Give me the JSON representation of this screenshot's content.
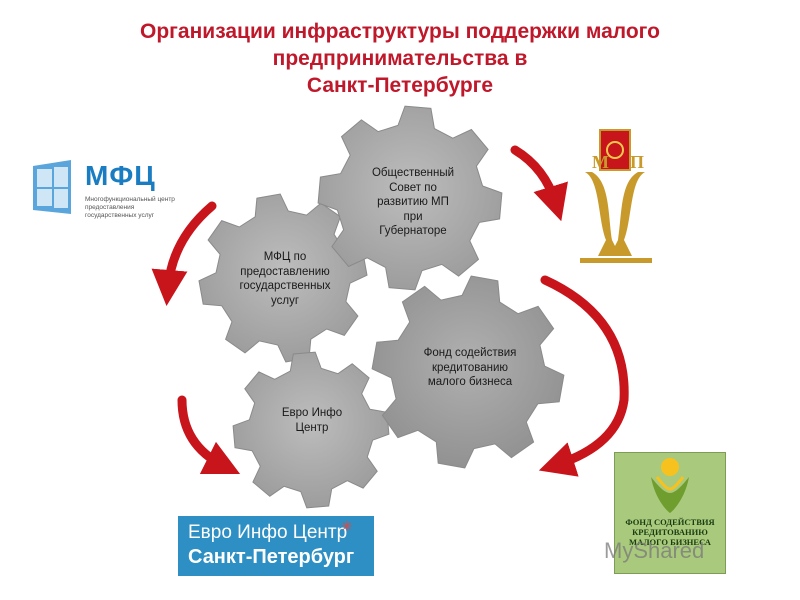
{
  "title": {
    "line1": "Организации инфраструктуры  поддержки малого",
    "line2": "предпринимательства в",
    "line3": "Санкт-Петербурге"
  },
  "gears": [
    {
      "label_lines": [
        "Общественный",
        "Совет по",
        "развитию МП",
        "при",
        "Губернаторе"
      ]
    },
    {
      "label_lines": [
        "МФЦ по",
        "предоставлению",
        "государственных",
        "услуг"
      ]
    },
    {
      "label_lines": [
        "Фонд содействия",
        "кредитованию",
        "малого бизнеса"
      ]
    },
    {
      "label_lines": [
        "Евро Инфо",
        "Центр"
      ]
    }
  ],
  "logos": {
    "mfc": {
      "name": "МФЦ",
      "subtitle": "Многофункциональный центр предоставления государственных услуг"
    },
    "euro_info": {
      "line1": "Евро Инфо Центр",
      "line2": "Санкт-Петербург"
    },
    "fund": {
      "line1": "ФОНД СОДЕЙСТВИЯ",
      "line2": "КРЕДИТОВАНИЮ",
      "line3": "МАЛОГО БИЗНЕСА"
    },
    "emblem": {
      "letters": [
        "М",
        "П"
      ]
    }
  },
  "watermark": "MyShared",
  "colors": {
    "title": "#c0182b",
    "gear": "#a6a6a6",
    "arrow": "#c8141b",
    "mfc_blue": "#1a7cc1",
    "euro_blue": "#2d8fc4",
    "emblem_gold": "#c89a2c",
    "emblem_red": "#c8141b",
    "fund_green": "#a9c97c"
  }
}
